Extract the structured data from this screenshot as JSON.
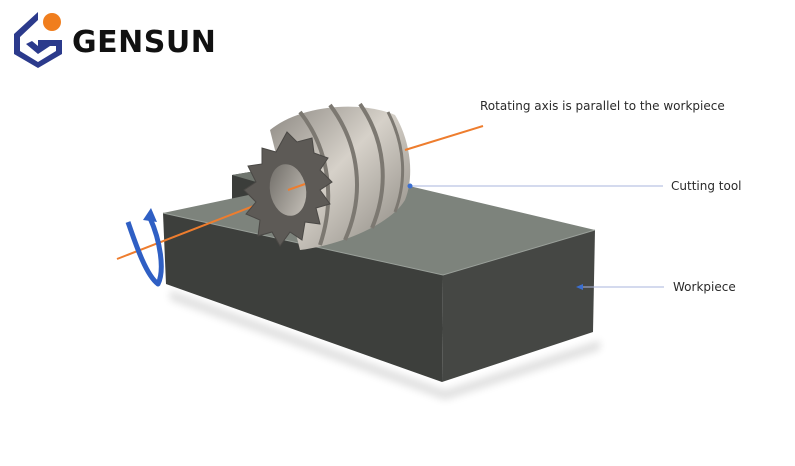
{
  "brand": {
    "name": "GENSUN",
    "colors": {
      "navy": "#2b3a8c",
      "orange": "#f07e1e"
    }
  },
  "diagram": {
    "labels": {
      "axis": "Rotating axis is parallel to the workpiece",
      "tool": "Cutting tool",
      "workpiece": "Workpiece"
    },
    "colors": {
      "axis_line": "#ee7d2e",
      "leader_line": "#aab4dd",
      "leader_marker": "#3b6fd1",
      "rotation_arrow": "#2f5fc4",
      "workpiece_top": "#7d837c",
      "workpiece_front": "#3d3f3c",
      "workpiece_side": "#454744",
      "cutter_face": "#5d5a56",
      "cutter_body": "#b8b3ab"
    }
  }
}
